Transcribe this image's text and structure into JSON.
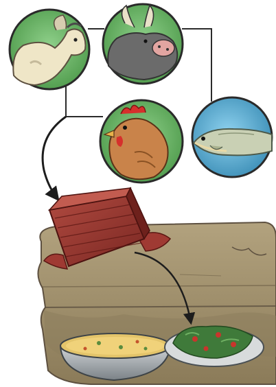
{
  "diagram": {
    "nodes": [
      {
        "id": "goat",
        "icon": "goat-icon",
        "background": "#6cae62"
      },
      {
        "id": "bull",
        "icon": "bull-icon",
        "background": "#5c9f58"
      },
      {
        "id": "hen",
        "icon": "hen-icon",
        "background": "#62a85d"
      },
      {
        "id": "fish",
        "icon": "fish-icon",
        "background": "#4fa2c8"
      },
      {
        "id": "meat",
        "icon": "meat-block-icon",
        "background": "#8a2f2a"
      },
      {
        "id": "soup",
        "icon": "soup-bowl-icon",
        "background": "#e0b85a"
      },
      {
        "id": "salad",
        "icon": "salad-plate-icon",
        "background": "#3f7a3a"
      }
    ],
    "edges": [
      {
        "from": "goat",
        "to": "bull"
      },
      {
        "from": "bull",
        "to": "fish"
      },
      {
        "from": "goat",
        "to": "meat"
      },
      {
        "from": "meat",
        "to": "salad"
      }
    ],
    "colors": {
      "line": "#2a2a2a",
      "arrow": "#1d1d1d",
      "shelf": "#9a8a68",
      "shelf_dark": "#6f6148"
    }
  }
}
